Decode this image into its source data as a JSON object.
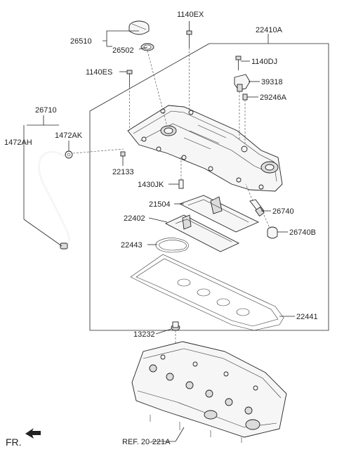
{
  "labels": {
    "l_1140EX": "1140EX",
    "l_22410A": "22410A",
    "l_26510": "26510",
    "l_26502": "26502",
    "l_1140DJ": "1140DJ",
    "l_1140ES": "1140ES",
    "l_39318": "39318",
    "l_29246A": "29246A",
    "l_26710": "26710",
    "l_1472AK": "1472AK",
    "l_1472AH": "1472AH",
    "l_22133": "22133",
    "l_1430JK": "1430JK",
    "l_21504": "21504",
    "l_26740": "26740",
    "l_22402": "22402",
    "l_26740B": "26740B",
    "l_22443": "22443",
    "l_22441": "22441",
    "l_13232": "13232",
    "l_ref": "REF. 20-221A",
    "l_fr": "FR."
  }
}
